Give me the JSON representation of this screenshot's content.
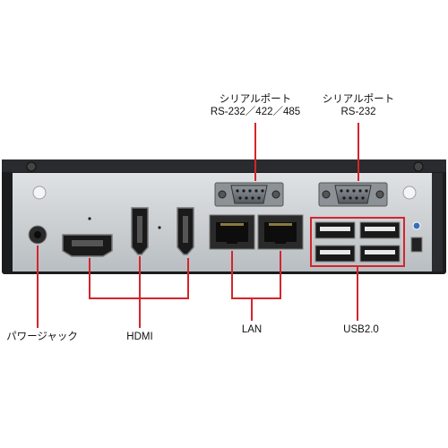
{
  "labels": {
    "serial1_line1": "シリアルポート",
    "serial1_line2": "RS-232／422／485",
    "serial2_line1": "シリアルポート",
    "serial2_line2": "RS-232",
    "power_jack": "パワージャック",
    "hdmi": "HDMI",
    "lan": "LAN",
    "usb": "USB2.0"
  },
  "colors": {
    "callout": "#d4252c",
    "panel": "#c9ced1",
    "chassis": "#1b1c1e"
  },
  "icons": [
    "serial-port-icon",
    "rj45-port-icon",
    "usb-port-icon",
    "hdmi-port-icon",
    "power-jack-icon"
  ]
}
